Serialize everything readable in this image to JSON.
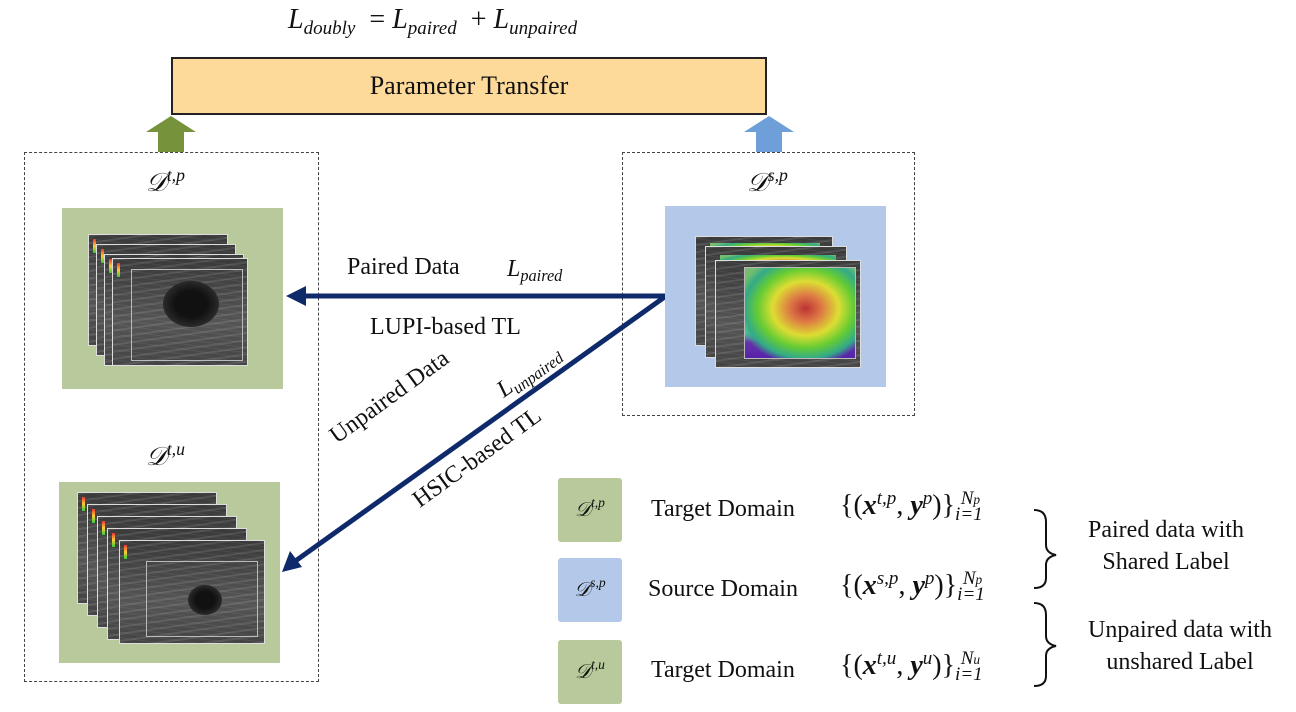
{
  "formula": {
    "lhs": "L",
    "lhs_sub": "doubly",
    "eq": "=",
    "t1": "L",
    "t1_sub": "paired",
    "plus": "+",
    "t2": "L",
    "t2_sub": "unpaired"
  },
  "parameter_transfer": "Parameter Transfer",
  "groups": {
    "target_paired": {
      "symbol": "𝒟",
      "sup": "t,p"
    },
    "target_unpaired": {
      "symbol": "𝒟",
      "sup": "t,u"
    },
    "source_paired": {
      "symbol": "𝒟",
      "sup": "s,p"
    }
  },
  "arrows": {
    "paired_label": "Paired Data",
    "paired_loss": "L",
    "paired_loss_sub": "paired",
    "paired_method": "LUPI-based TL",
    "unpaired_label": "Unpaired Data",
    "unpaired_loss": "L",
    "unpaired_loss_sub": "unpaired",
    "unpaired_method": "HSIC-based TL"
  },
  "legend": [
    {
      "symbol": "𝒟",
      "sup": "t,p",
      "name": "Target Domain",
      "x": "x",
      "x_sup": "t,p",
      "y": "y",
      "y_sup": "p",
      "lim": "i=1",
      "N": "N",
      "N_sub": "p"
    },
    {
      "symbol": "𝒟",
      "sup": "s,p",
      "name": "Source Domain",
      "x": "x",
      "x_sup": "s,p",
      "y": "y",
      "y_sup": "p",
      "lim": "i=1",
      "N": "N",
      "N_sub": "p"
    },
    {
      "symbol": "𝒟",
      "sup": "t,u",
      "name": "Target Domain",
      "x": "x",
      "x_sup": "t,u",
      "y": "y",
      "y_sup": "u",
      "lim": "i=1",
      "N": "N",
      "N_sub": "u"
    }
  ],
  "braces": {
    "paired_line1": "Paired data with",
    "paired_line2": "Shared Label",
    "unpaired_line1": "Unpaired data with",
    "unpaired_line2": "unshared Label"
  },
  "colors": {
    "green_arrow": "#76933c",
    "blue_arrow": "#6f9fd8",
    "main_arrow": "#0f2a6b",
    "bar_fill": "#fdd99a",
    "green_panel": "#b8ca9b",
    "blue_panel": "#b4c9ea"
  }
}
